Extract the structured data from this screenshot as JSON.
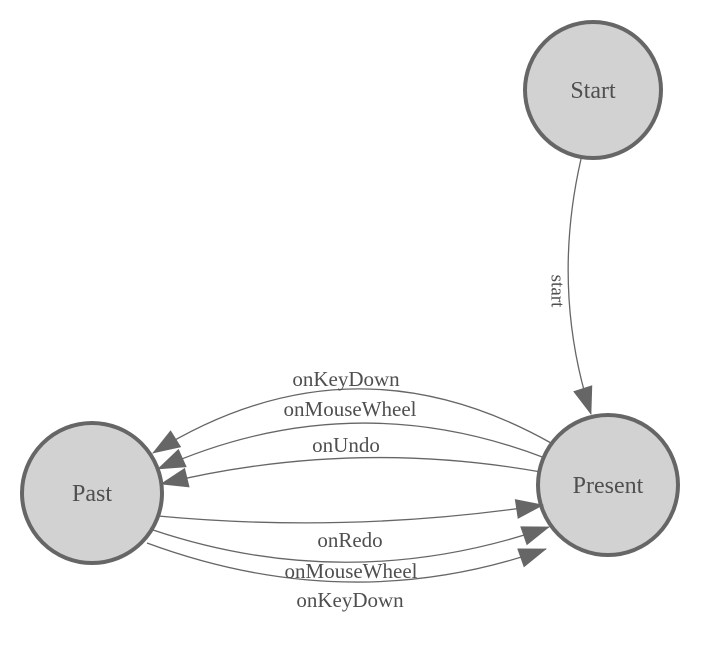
{
  "colors": {
    "background": "#ffffff",
    "node_fill": "#d2d2d2",
    "node_stroke": "#666666",
    "edge_stroke": "#666666",
    "arrow_fill": "#666666",
    "text": "#4f4f4f"
  },
  "nodes": {
    "start": {
      "label": "Start"
    },
    "present": {
      "label": "Present"
    },
    "past": {
      "label": "Past"
    }
  },
  "edges": [
    {
      "label": "start",
      "from": "Start",
      "to": "Present"
    },
    {
      "label": "onKeyDown",
      "from": "Present",
      "to": "Past"
    },
    {
      "label": "onMouseWheel",
      "from": "Present",
      "to": "Past"
    },
    {
      "label": "onUndo",
      "from": "Present",
      "to": "Past"
    },
    {
      "label": "onRedo",
      "from": "Past",
      "to": "Present"
    },
    {
      "label": "onMouseWheel",
      "from": "Past",
      "to": "Present"
    },
    {
      "label": "onKeyDown",
      "from": "Past",
      "to": "Present"
    }
  ]
}
